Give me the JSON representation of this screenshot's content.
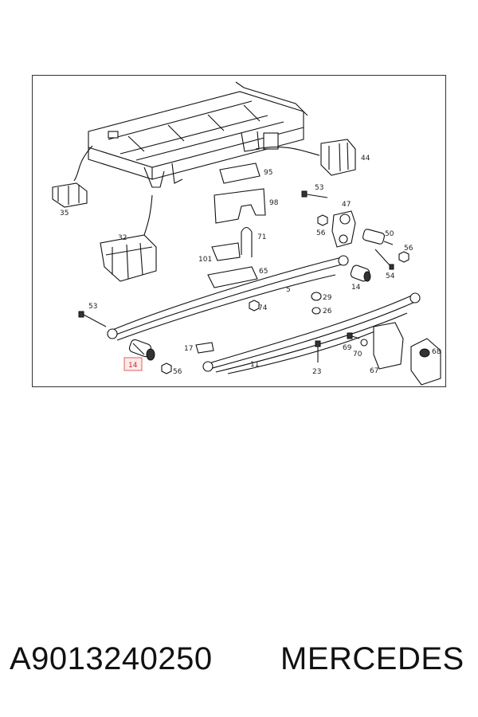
{
  "diagram": {
    "labels": {
      "l35": "35",
      "l32": "32",
      "l95": "95",
      "l44": "44",
      "l98": "98",
      "l53a": "53",
      "l47": "47",
      "l56a": "56",
      "l50": "50",
      "l56b": "56",
      "l54": "54",
      "l71": "71",
      "l101": "101",
      "l65": "65",
      "l5": "5",
      "l14a": "14",
      "l53b": "53",
      "l74": "74",
      "l29": "29",
      "l26": "26",
      "l17": "17",
      "l11": "11",
      "l69": "69",
      "l70": "70",
      "l23": "23",
      "l67": "67",
      "l68": "68",
      "l14b": "14",
      "l56c": "56"
    },
    "highlighted_part": "14"
  },
  "footer": {
    "part_number": "A9013240250",
    "brand": "MERCEDES"
  }
}
